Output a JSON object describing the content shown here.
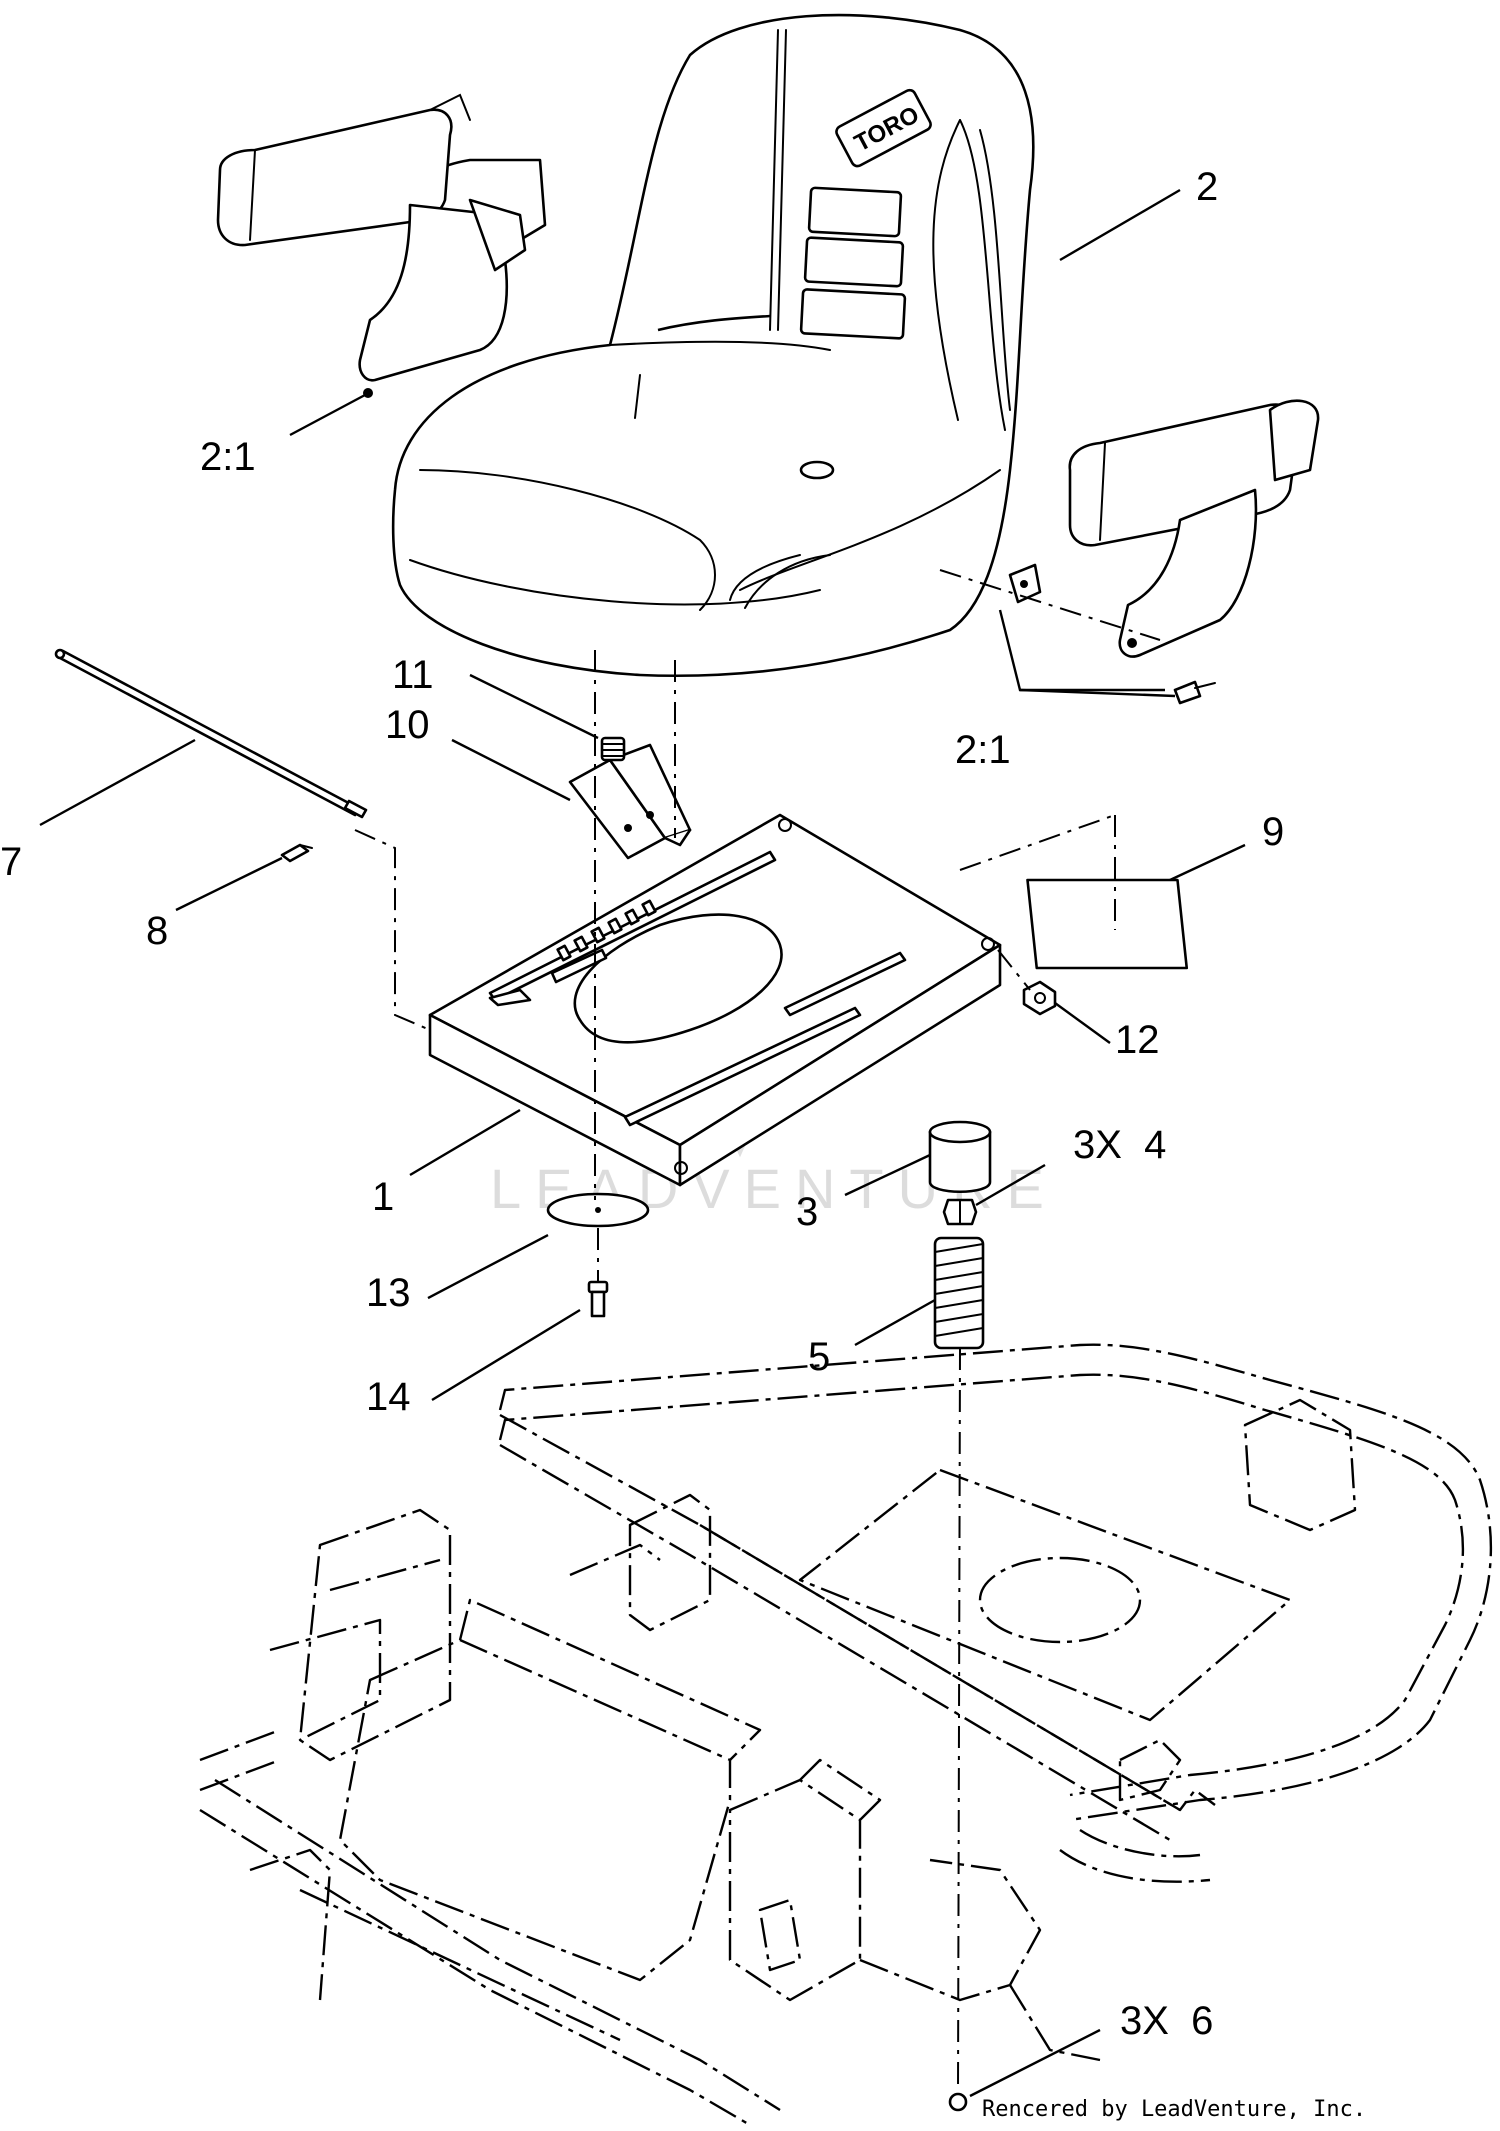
{
  "diagram": {
    "callouts": {
      "c1": "1",
      "c2": "2",
      "c2_1a": "2:1",
      "c2_1b": "2:1",
      "c3": "3",
      "c4": "3X  4",
      "c5": "5",
      "c6": "3X  6",
      "c7": "7",
      "c8": "8",
      "c9": "9",
      "c10": "10",
      "c11": "11",
      "c12": "12",
      "c13": "13",
      "c14": "14"
    },
    "seat_logo": "TORO",
    "watermark": "LEADVENTURE",
    "credit": "Rencered by LeadVenture, Inc."
  }
}
